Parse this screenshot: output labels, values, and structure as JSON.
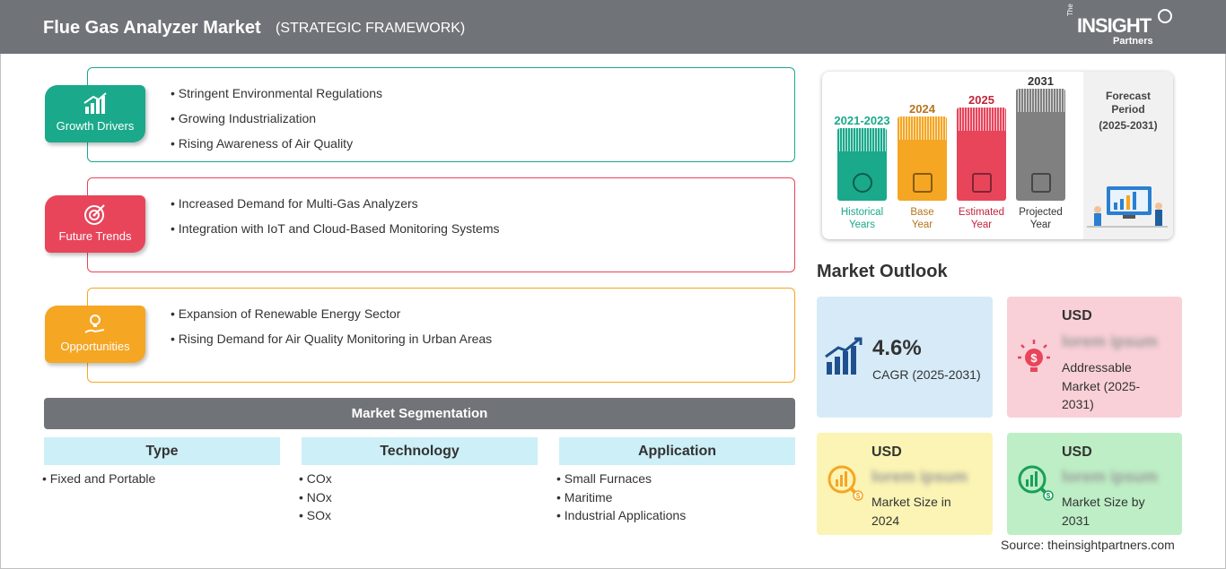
{
  "header": {
    "title": "Flue Gas Analyzer Market",
    "subtitle": "(STRATEGIC FRAMEWORK)",
    "logo": {
      "the": "The",
      "insight": "INSIGHT",
      "partners": "Partners"
    }
  },
  "framework": [
    {
      "label": "Growth Drivers",
      "color": "#1aa98b",
      "icon": "growth-chart-icon",
      "items": [
        "Stringent Environmental Regulations",
        "Growing Industrialization",
        "Rising Awareness of Air Quality"
      ]
    },
    {
      "label": "Future Trends",
      "color": "#e8455b",
      "icon": "target-icon",
      "items": [
        "Increased Demand for Multi-Gas Analyzers",
        "Integration with IoT and Cloud-Based Monitoring Systems"
      ]
    },
    {
      "label": "Opportunities",
      "color": "#f5a623",
      "icon": "idea-hand-icon",
      "items": [
        "Expansion of Renewable Energy Sector",
        "Rising Demand for Air Quality Monitoring in Urban Areas"
      ]
    }
  ],
  "segmentation": {
    "title": "Market Segmentation",
    "columns": [
      {
        "heading": "Type",
        "items": [
          "Fixed and Portable"
        ]
      },
      {
        "heading": "Technology",
        "items": [
          "COx",
          "NOx",
          "SOx"
        ]
      },
      {
        "heading": "Application",
        "items": [
          "Small Furnaces",
          "Maritime",
          "Industrial Applications"
        ]
      }
    ]
  },
  "timeline": {
    "bars": [
      {
        "year": "2021-2023",
        "label1": "Historical",
        "label2": "Years",
        "color": "#1aa98b",
        "icon": "history-icon"
      },
      {
        "year": "2024",
        "label1": "Base",
        "label2": "Year",
        "color": "#f5a623",
        "icon": "calendar-icon"
      },
      {
        "year": "2025",
        "label1": "Estimated",
        "label2": "Year",
        "color": "#e8455b",
        "icon": "estimate-icon"
      },
      {
        "year": "2031",
        "label1": "Projected",
        "label2": "Year",
        "color": "#808080",
        "icon": "presentation-icon"
      }
    ],
    "forecast": {
      "line1": "Forecast",
      "line2": "Period",
      "line3": "(2025-2031)"
    }
  },
  "outlook": {
    "title": "Market Outlook",
    "cagr": {
      "value": "4.6%",
      "label": "CAGR (2025-2031)",
      "color": "#d6ebf7"
    },
    "addressable": {
      "currency": "USD",
      "value": "lorem ipsum",
      "label1": "Addressable",
      "label2": "Market (2025-",
      "label3": "2031)",
      "color": "#f9d0d7"
    },
    "size2024": {
      "currency": "USD",
      "value": "lorem ipsum",
      "label1": "Market Size in",
      "label2": "2024",
      "color": "#fbf4b4"
    },
    "size2031": {
      "currency": "USD",
      "value": "lorem ipsum",
      "label1": "Market Size by",
      "label2": "2031",
      "color": "#bdeec5"
    }
  },
  "source": "Source: theinsightpartners.com"
}
